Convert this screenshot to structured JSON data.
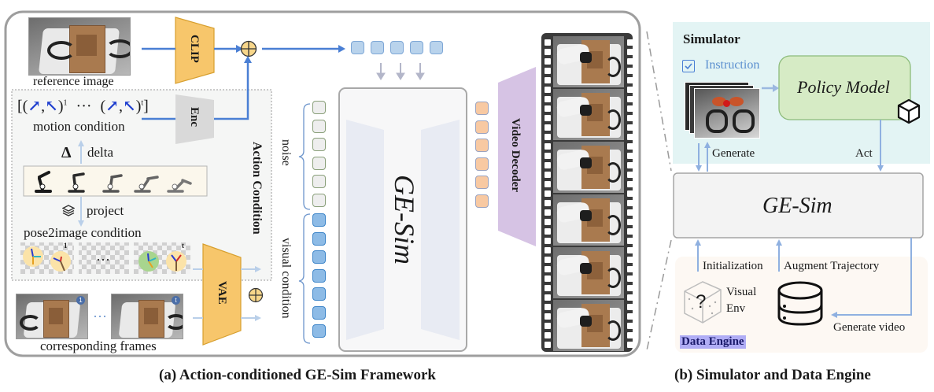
{
  "panel_a": {
    "caption": "(a) Action-conditioned GE-Sim Framework",
    "reference_image_label": "reference image",
    "clip_label": "CLIP",
    "enc_label": "Enc",
    "vae_label": "VAE",
    "motion_condition": {
      "open": "[(",
      "sep": ",",
      "close1": ")",
      "sup1": "1",
      "ellipsis": "···",
      "open2": "(",
      "close2": ")",
      "sup2": "t",
      "close_bracket": "]",
      "label": "motion condition"
    },
    "delta_symbol": "Δ",
    "delta_label": "delta",
    "project_label": "project",
    "pose2image_label": "pose2image condition",
    "pose2image_index_first": "1",
    "pose2image_index_last": "t",
    "pose2image_ellipsis": "···",
    "action_condition_label": "Action Condition",
    "corresponding_frames_label": "corresponding frames",
    "frames_ellipsis": "···",
    "frame_index_first": "1",
    "frame_index_last": "t",
    "noise_label": "noise",
    "visual_condition_label": "visual condition",
    "model_label": "GE-Sim",
    "video_decoder_label": "Video Decoder",
    "plus_symbol": "⊕",
    "top_token_count": 5,
    "noise_token_count": 6,
    "visual_token_count": 7,
    "output_token_count": 6,
    "film_frame_count": 6
  },
  "panel_b": {
    "caption": "(b) Simulator and Data Engine",
    "simulator_title": "Simulator",
    "instruction_label": "Instruction",
    "policy_model_label": "Policy Model",
    "generate_label": "Generate",
    "act_label": "Act",
    "ge_sim_label": "GE-Sim",
    "initialization_label": "Initialization",
    "augment_trajectory_label": "Augment Trajectory",
    "visual_env_label_line1": "Visual",
    "visual_env_label_line2": "Env",
    "dice_symbol": "?",
    "generate_video_label": "Generate video",
    "data_engine_title": "Data Engine"
  },
  "colors": {
    "arrow_blue": "#4a7fd4",
    "light_arrow": "#9bb8e0",
    "clip_vae_fill": "#f7c66b",
    "enc_fill": "#d8d8d8",
    "decoder_fill": "#d6c3e4",
    "simulator_bg": "#e3f4f4",
    "data_engine_bg": "#fdf8f3",
    "policy_fill": "#d6ebc5",
    "data_engine_highlight": "#b0adf5"
  }
}
